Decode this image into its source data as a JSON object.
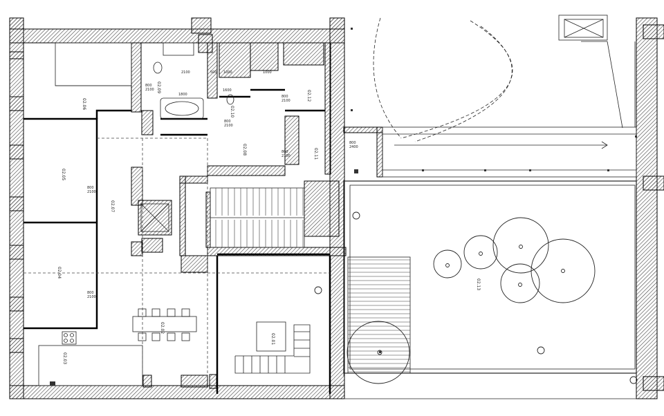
{
  "colors": {
    "wall": "#000000",
    "hatch": "#555555",
    "line": "#222222",
    "paper": "#ffffff"
  },
  "rooms": [
    {
      "id": "r06",
      "label": "02.06"
    },
    {
      "id": "r05",
      "label": "02.05"
    },
    {
      "id": "r04",
      "label": "02.04"
    },
    {
      "id": "r07",
      "label": "02.07"
    },
    {
      "id": "r02",
      "label": "02.02"
    },
    {
      "id": "r03",
      "label": "02.03"
    },
    {
      "id": "r09",
      "label": "02.09"
    },
    {
      "id": "r10",
      "label": "02.10"
    },
    {
      "id": "r08",
      "label": "02.08"
    },
    {
      "id": "r11",
      "label": "02.11"
    },
    {
      "id": "r12",
      "label": "02.12"
    },
    {
      "id": "r01",
      "label": "02.01"
    },
    {
      "id": "r13",
      "label": "02.13"
    }
  ],
  "door_sizes": [
    {
      "w": "800",
      "h": "2100"
    },
    {
      "w": "800",
      "h": "2100"
    },
    {
      "w": "800",
      "h": "2100"
    },
    {
      "w": "800",
      "h": "2400"
    },
    {
      "w": "800",
      "h": "2100"
    },
    {
      "w": "800",
      "h": "2100"
    },
    {
      "w": "800",
      "h": "2100"
    }
  ],
  "dims": [
    "2100",
    "500",
    "1000",
    "1000",
    "1800",
    "1600"
  ]
}
